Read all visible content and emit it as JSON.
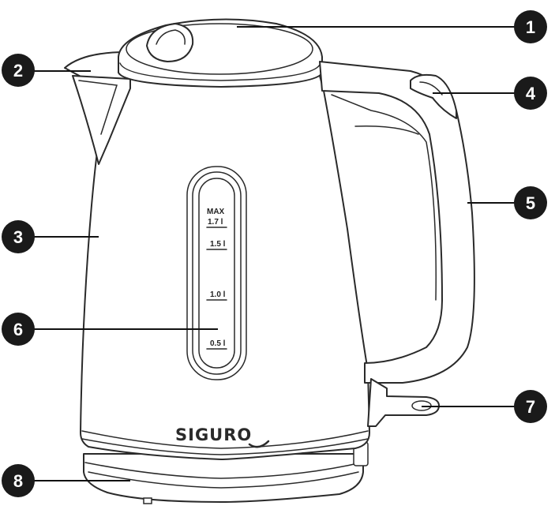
{
  "brand": "SIGURO",
  "gauge": {
    "max_label": "MAX",
    "marks": [
      "1.7 l",
      "1.5 l",
      "1.0 l",
      "0.5 l"
    ]
  },
  "callouts": [
    {
      "number": "1"
    },
    {
      "number": "2"
    },
    {
      "number": "3"
    },
    {
      "number": "4"
    },
    {
      "number": "5"
    },
    {
      "number": "6"
    },
    {
      "number": "7"
    },
    {
      "number": "8"
    }
  ],
  "colors": {
    "outline": "#2a2a2a",
    "callout": "#1a1a1a"
  }
}
